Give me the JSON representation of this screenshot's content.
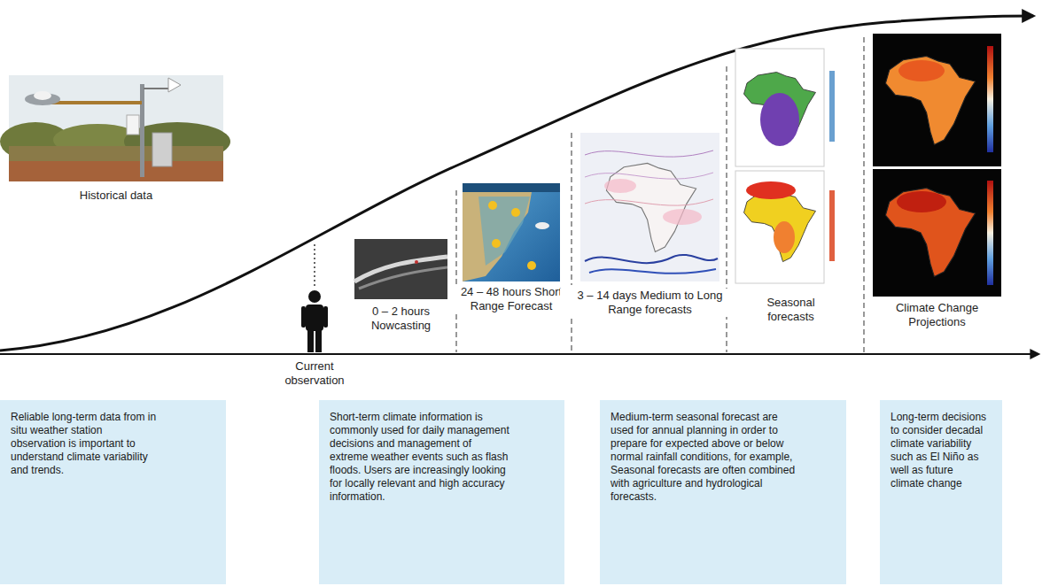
{
  "diagram": {
    "nodes": [
      {
        "text": [
          "Historical data"
        ]
      },
      {
        "text": [
          "Current observation"
        ]
      },
      {
        "text": [
          "0 – 2 hours Nowcasting"
        ]
      },
      {
        "text": [
          "24 – 48 hours Short Range Forecast"
        ]
      },
      {
        "text": [
          "3 – 14 days Medium to Long Range forecasts"
        ]
      },
      {
        "text": [
          "Seasonal forecasts"
        ]
      },
      {
        "text": [
          "Climate Change Projections"
        ]
      },
      {
        "text": [
          "Reliable long-term data from in situ weather station observation is important to understand climate variability and trends."
        ]
      },
      {
        "text": [
          "Short-term climate information is commonly used for daily management decisions and management of extreme weather events such as flash floods. Users are increasingly looking for locally relevant and high accuracy information."
        ]
      },
      {
        "text": [
          "Medium-term seasonal forecast are used for annual planning in order to prepare for expected above or below normal rainfall conditions, for example, Seasonal forecasts are often combined with agriculture and hydrological forecasts."
        ]
      },
      {
        "text": [
          "Long-term decisions to consider decadal climate variability such as El Niño as well as future climate change"
        ]
      }
    ]
  }
}
